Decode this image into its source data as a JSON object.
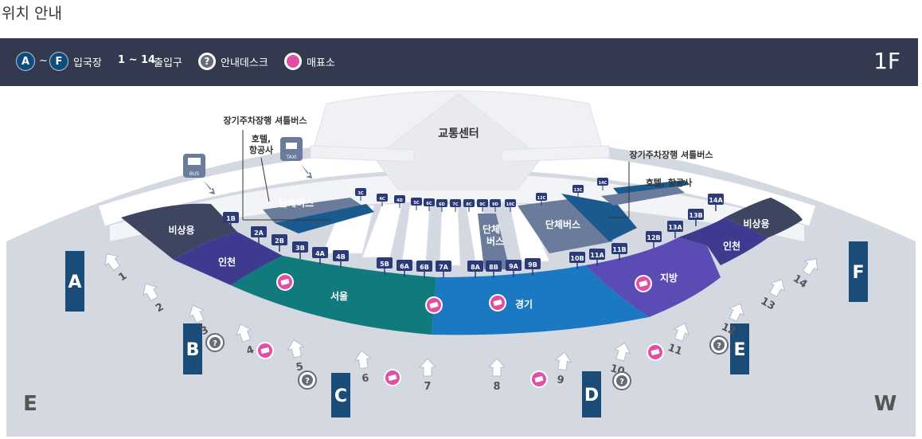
{
  "page_title": "위치 안내",
  "legend": {
    "gate_start": "A",
    "gate_end": "F",
    "tilde": "~",
    "gate_label": "입국장",
    "exit_range": "1 ~ 14",
    "exit_label": "출입구",
    "help_symbol": "?",
    "help_label": "안내데스크",
    "ticket_label": "매표소",
    "floor": "1F"
  },
  "map": {
    "transport_center": "교통센터",
    "shuttle_left": "장기주차장행 셔틀버스",
    "shuttle_right": "장기주차장행 셔틀버스",
    "hotel_left_1": "호텔,",
    "hotel_left_2": "항공사",
    "hotel_right": "호텔, 항공사",
    "bus_icon": "BUS",
    "taxi_icon": "TAXI",
    "group_bus_left": "단체버스",
    "group_bus_center_1": "단체",
    "group_bus_center_2": "버스",
    "group_bus_right": "단체버스",
    "zones": {
      "emergency_left": "비상용",
      "incheon_left": "인천",
      "seoul": "서울",
      "gyeonggi": "경기",
      "regional": "지방",
      "incheon_right": "인천",
      "emergency_right": "비상용"
    },
    "stops_front": [
      "1B",
      "2A",
      "2B",
      "3B",
      "4A",
      "4B",
      "5B",
      "6A",
      "6B",
      "7A",
      "8A",
      "8B",
      "9A",
      "9B",
      "10B",
      "11A",
      "11B",
      "12B",
      "13A",
      "13B",
      "14A"
    ],
    "stops_back": [
      "3C",
      "4C",
      "4D",
      "5C",
      "6C",
      "6D",
      "7C",
      "8C",
      "9C",
      "9D",
      "10C",
      "12C",
      "13C",
      "14C"
    ],
    "gates": [
      "A",
      "B",
      "C",
      "D",
      "E",
      "F"
    ],
    "exits": [
      "1",
      "2",
      "3",
      "4",
      "5",
      "6",
      "7",
      "8",
      "9",
      "10",
      "11",
      "12",
      "13",
      "14"
    ],
    "help_symbol": "?",
    "compass_left": "E",
    "compass_right": "W"
  }
}
